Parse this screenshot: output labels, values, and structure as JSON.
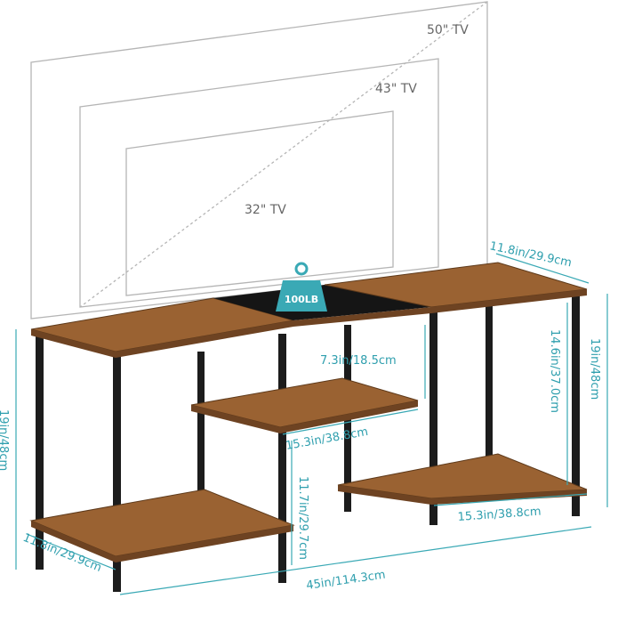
{
  "tv_sizes": {
    "large": "50\" TV",
    "medium": "43\" TV",
    "small": "32\" TV"
  },
  "weight_badge": "100LB",
  "dimensions": {
    "depth_top": "11.8in/29.9cm",
    "middle_gap": "7.3in/18.5cm",
    "right_gap": "14.6in/37.0cm",
    "height_right": "19in/48cm",
    "height_left": "19in/48cm",
    "middle_shelf_width": "15.3in/38.8cm",
    "right_shelf_width": "15.3in/38.8cm",
    "lower_gap": "11.7in/29.7cm",
    "depth_bottom": "11.8in/29.9cm",
    "total_width": "45in/114.3cm"
  },
  "colors": {
    "dimension": "#3aa9b5",
    "wood": "#9a6232",
    "metal": "#1c1c1c"
  }
}
